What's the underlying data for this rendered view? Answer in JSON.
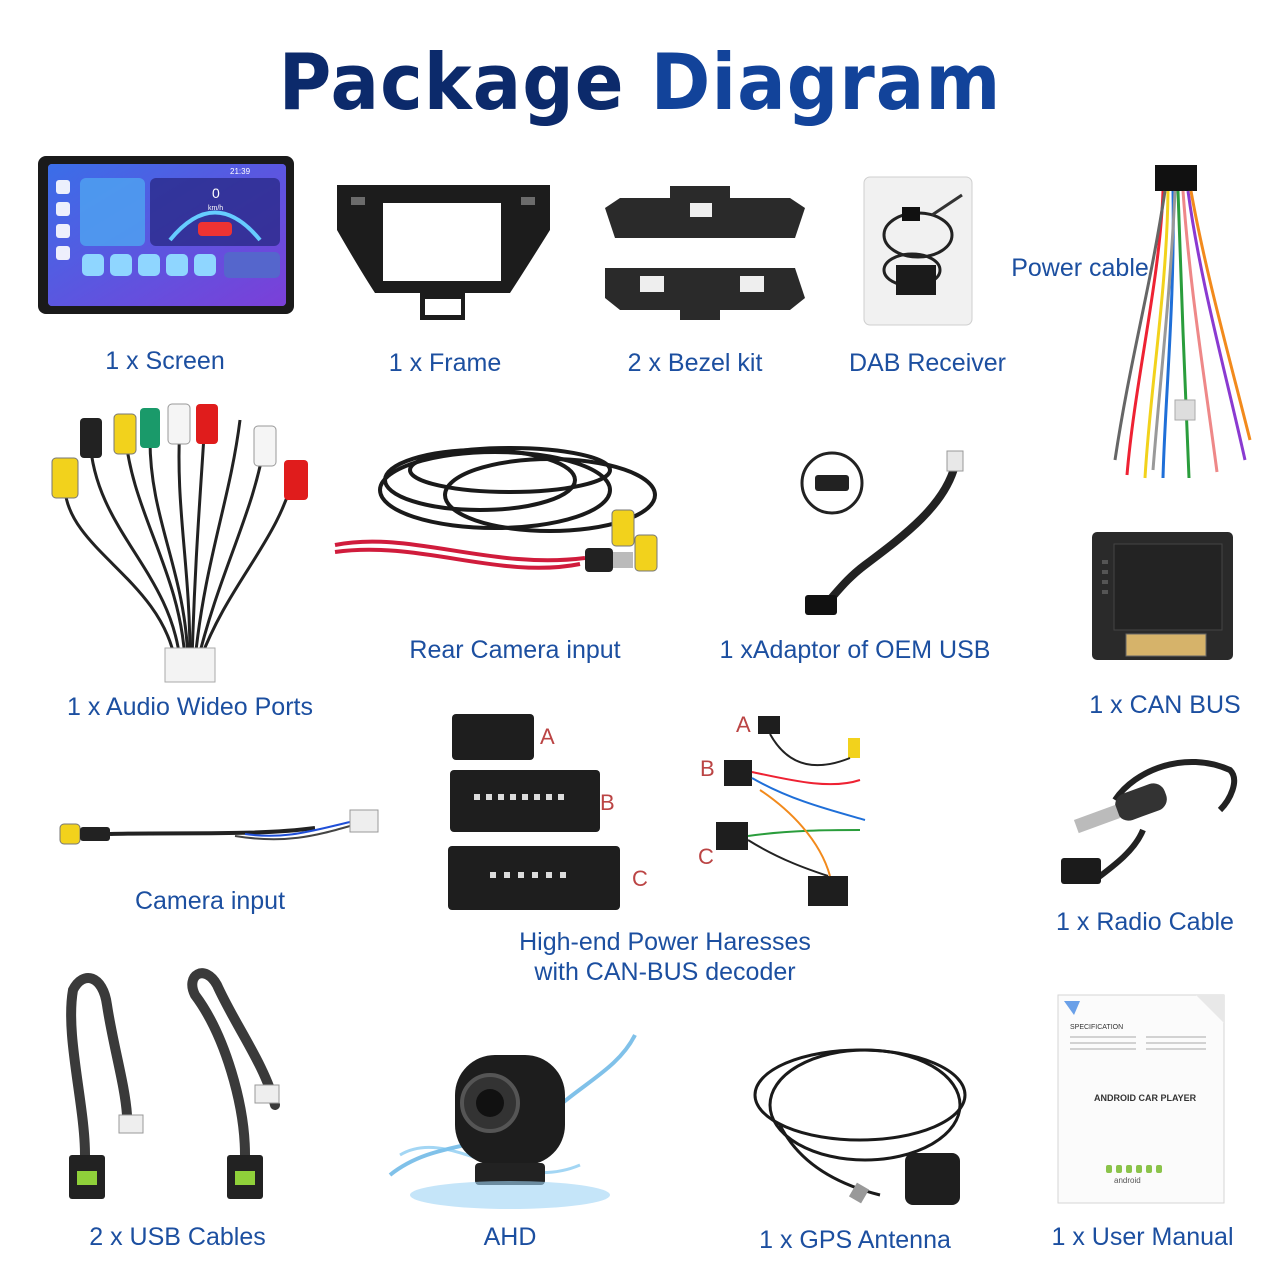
{
  "title": {
    "word1": "Package",
    "word2": "Diagram"
  },
  "items": {
    "screen": "1 x Screen",
    "frame": "1 x Frame",
    "bezel": "2 x Bezel kit",
    "dab": "DAB Receiver",
    "power": "Power cable",
    "audio": "1 x Audio Wideo Ports",
    "rear_camera": "Rear Camera input",
    "oem_usb": "1 xAdaptor of OEM USB",
    "canbus": "1 x CAN BUS",
    "camera": "Camera input",
    "harness_line1": "High-end Power Haresses",
    "harness_line2": "with CAN-BUS decoder",
    "radio": "1 x Radio Cable",
    "usb": "2 x USB Cables",
    "ahd": "AHD",
    "gps": "1 x GPS Antenna",
    "manual": "1 x User Manual"
  },
  "screen_ui": {
    "time": "21:39",
    "speed": "0",
    "unit": "km/h"
  },
  "harness_letters": {
    "a": "A",
    "b": "B",
    "c": "C"
  },
  "manual_text": {
    "spec": "SPECIFICATION",
    "product": "ANDROID CAR PLAYER",
    "brand": "android"
  },
  "colors": {
    "title_dark": "#0c2a6b",
    "title_blue": "#12439a",
    "label_blue": "#1c4fa0",
    "letter_red": "#b44444"
  }
}
